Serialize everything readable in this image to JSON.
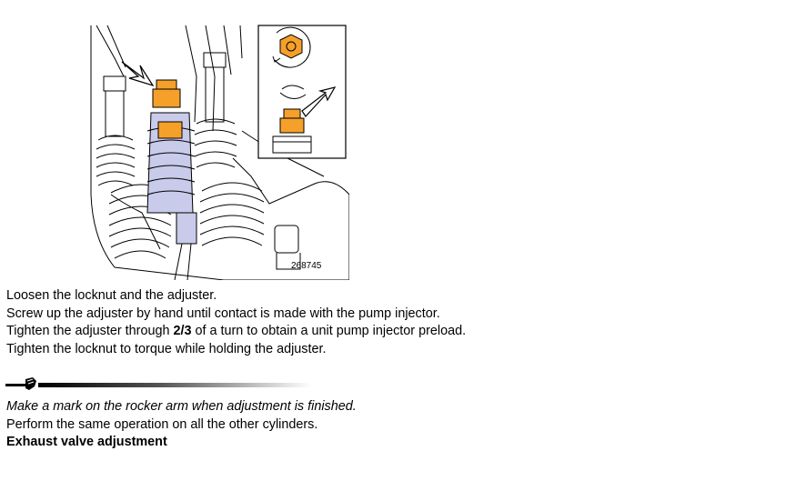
{
  "figure": {
    "reference_number": "268745"
  },
  "instructions": {
    "line1": "Loosen the locknut and the adjuster.",
    "line2": "Screw up the adjuster  by hand until contact is made with the pump injector.",
    "line3_before": "Tighten the adjuster through ",
    "line3_bold": "2/3",
    "line3_after": " of a turn to obtain a unit pump injector preload.",
    "line4": "Tighten the locknut to torque while holding the adjuster."
  },
  "note": {
    "icon": "note-hand-icon",
    "italic_text": "Make a mark on the rocker arm when adjustment is finished.",
    "line2": "Perform the same operation on all the other cylinders.",
    "heading": "Exhaust valve adjustment"
  },
  "colors": {
    "highlight": "#F5A02A",
    "injector_blue": "#C9CBEA",
    "line": "#000000"
  }
}
